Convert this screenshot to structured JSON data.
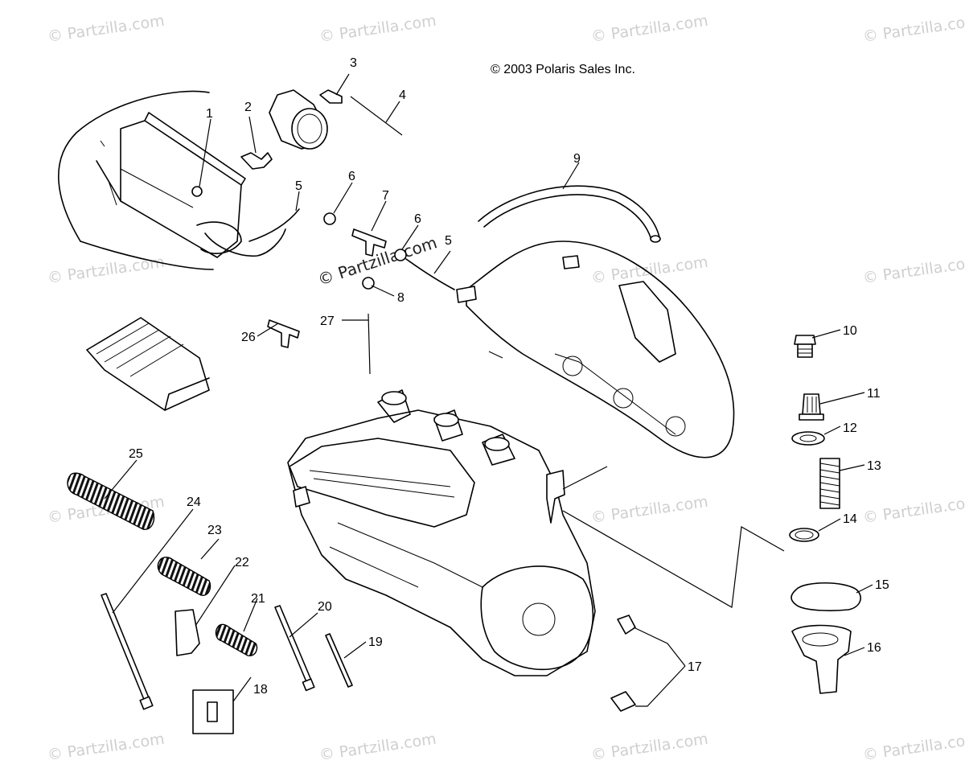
{
  "copyright": "© 2003 Polaris Sales Inc.",
  "watermark": "© Partzilla.com",
  "callouts": {
    "c1": "1",
    "c2": "2",
    "c3": "3",
    "c4": "4",
    "c5a": "5",
    "c5b": "5",
    "c6a": "6",
    "c6b": "6",
    "c7": "7",
    "c8": "8",
    "c9": "9",
    "c10": "10",
    "c11": "11",
    "c12": "12",
    "c13": "13",
    "c14": "14",
    "c15": "15",
    "c16": "16",
    "c17": "17",
    "c18": "18",
    "c19": "19",
    "c20": "20",
    "c21": "21",
    "c22": "22",
    "c23": "23",
    "c24": "24",
    "c25": "25",
    "c26": "26",
    "c27": "27"
  }
}
